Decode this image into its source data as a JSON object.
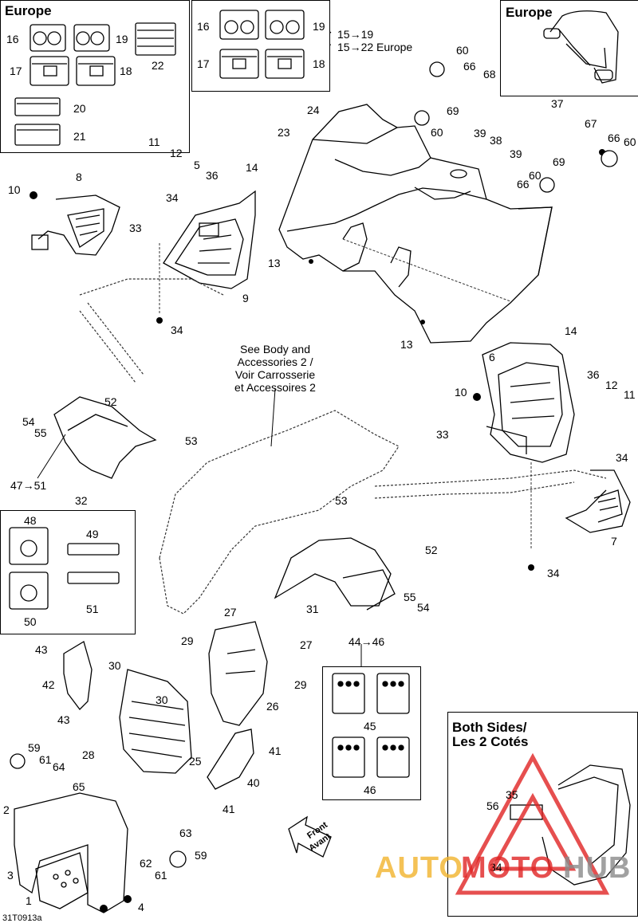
{
  "diagram": {
    "document_id": "31T0913a",
    "see_also_note": [
      "See Body and",
      "Accessories 2 /",
      "Voir Carrosserie",
      "et Accessoires 2"
    ],
    "front_label": [
      "Front",
      "Avant"
    ],
    "boxes": {
      "europe_left_title": "Europe",
      "europe_right_title": "Europe",
      "both_sides_title": [
        "Both Sides/",
        "Les 2 Cotés"
      ]
    },
    "callouts": {
      "c1": "16",
      "c2": "19",
      "c3": "22",
      "c4": "17",
      "c5": "18",
      "c6": "20",
      "c7": "21",
      "c8": "16",
      "c9": "19",
      "c10": "17",
      "c11": "18",
      "c12": "15→19",
      "c13": "15→22 Europe",
      "c14": "60",
      "c15": "66",
      "c16": "68",
      "c17": "69",
      "c18": "37",
      "c19": "67",
      "c20": "66",
      "c21": "60",
      "c22": "69",
      "c23": "60",
      "c24": "39",
      "c25": "38",
      "c26": "39",
      "c27": "60",
      "c28": "66",
      "c29": "24",
      "c30": "23",
      "c31": "11",
      "c32": "12",
      "c33": "5",
      "c34": "36",
      "c35": "14",
      "c36": "8",
      "c37": "10",
      "c38": "34",
      "c39": "33",
      "c40": "9",
      "c41": "34",
      "c42": "13",
      "c43": "13",
      "c44": "14",
      "c45": "6",
      "c46": "36",
      "c47": "12",
      "c48": "10",
      "c49": "11",
      "c50": "33",
      "c51": "34",
      "c52": "7",
      "c53": "34",
      "c54": "52",
      "c55": "54",
      "c56": "55",
      "c57": "53",
      "c58": "47→51",
      "c59": "32",
      "c60": "53",
      "c61": "52",
      "c62": "31",
      "c63": "55",
      "c64": "54",
      "c65": "48",
      "c66": "49",
      "c67": "50",
      "c68": "51",
      "c69": "27",
      "c70": "29",
      "c71": "27",
      "c72": "29",
      "c73": "26",
      "c74": "43",
      "c75": "30",
      "c76": "42",
      "c77": "30",
      "c78": "43",
      "c79": "28",
      "c80": "25",
      "c81": "41",
      "c82": "40",
      "c83": "41",
      "c84": "44→46",
      "c85": "45",
      "c86": "46",
      "c87": "59",
      "c88": "61",
      "c89": "64",
      "c90": "65",
      "c91": "2",
      "c92": "3",
      "c93": "1",
      "c94": "4",
      "c95": "63",
      "c96": "62",
      "c97": "61",
      "c98": "59",
      "c99": "56",
      "c100": "35",
      "c101": "34"
    },
    "watermark": {
      "text_a": "AUTO",
      "text_b": "MOTO",
      "text_c": "HUB"
    }
  },
  "colors": {
    "line": "#000000",
    "dashed": "#333333",
    "watermark_orange": "#f2b42c",
    "watermark_red": "#e02424",
    "watermark_gray": "#8a8a8a"
  }
}
